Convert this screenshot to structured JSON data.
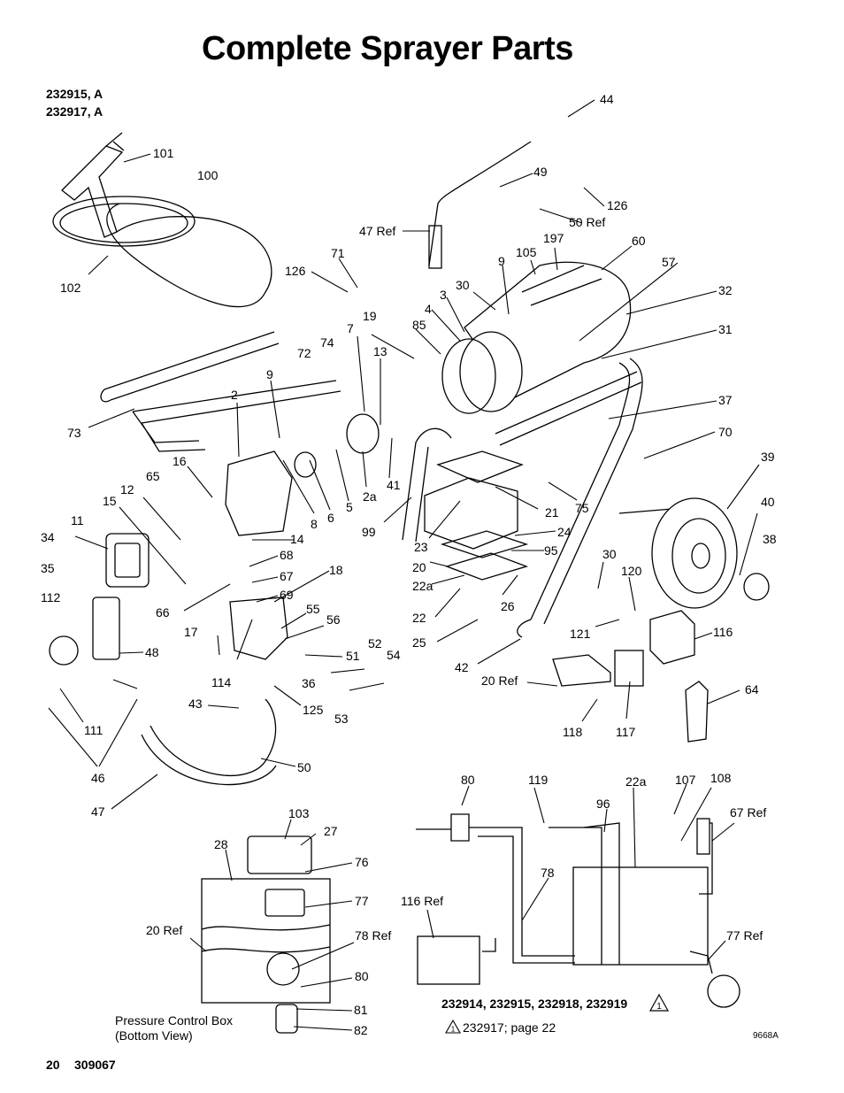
{
  "title": "Complete Sprayer Parts",
  "models": [
    "232915, A",
    "232917, A"
  ],
  "callouts": [
    "101",
    "100",
    "102",
    "44",
    "49",
    "126",
    "50 Ref",
    "47 Ref",
    "71",
    "126",
    "74",
    "72",
    "197",
    "60",
    "57",
    "105",
    "9",
    "30",
    "32",
    "3",
    "4",
    "85",
    "19",
    "31",
    "7",
    "13",
    "73",
    "9",
    "2",
    "16",
    "65",
    "12",
    "15",
    "11",
    "34",
    "35",
    "8",
    "6",
    "5",
    "2a",
    "41",
    "99",
    "14",
    "68",
    "67",
    "69",
    "18",
    "37",
    "70",
    "39",
    "40",
    "38",
    "21",
    "75",
    "24",
    "95",
    "23",
    "20",
    "22a",
    "22",
    "25",
    "26",
    "30",
    "120",
    "121",
    "116",
    "112",
    "48",
    "66",
    "17",
    "55",
    "56",
    "51",
    "52",
    "54",
    "111",
    "43",
    "114",
    "36",
    "125",
    "53",
    "42",
    "20 Ref",
    "118",
    "117",
    "64",
    "50",
    "46",
    "47",
    "80",
    "119",
    "96",
    "22a",
    "107",
    "108",
    "67 Ref",
    "103",
    "27",
    "28",
    "76",
    "77",
    "20 Ref",
    "78 Ref",
    "80",
    "81",
    "82",
    "116 Ref",
    "78",
    "77 Ref"
  ],
  "kit_note": "232914, 232915, 232918, 232919",
  "kit_symbol": "1",
  "ref_note": "232917; page 22",
  "box_caption_line1": "Pressure Control Box",
  "box_caption_line2": "(Bottom View)",
  "drawing_id": "9668A",
  "page_number": "20",
  "doc_number": "309067"
}
